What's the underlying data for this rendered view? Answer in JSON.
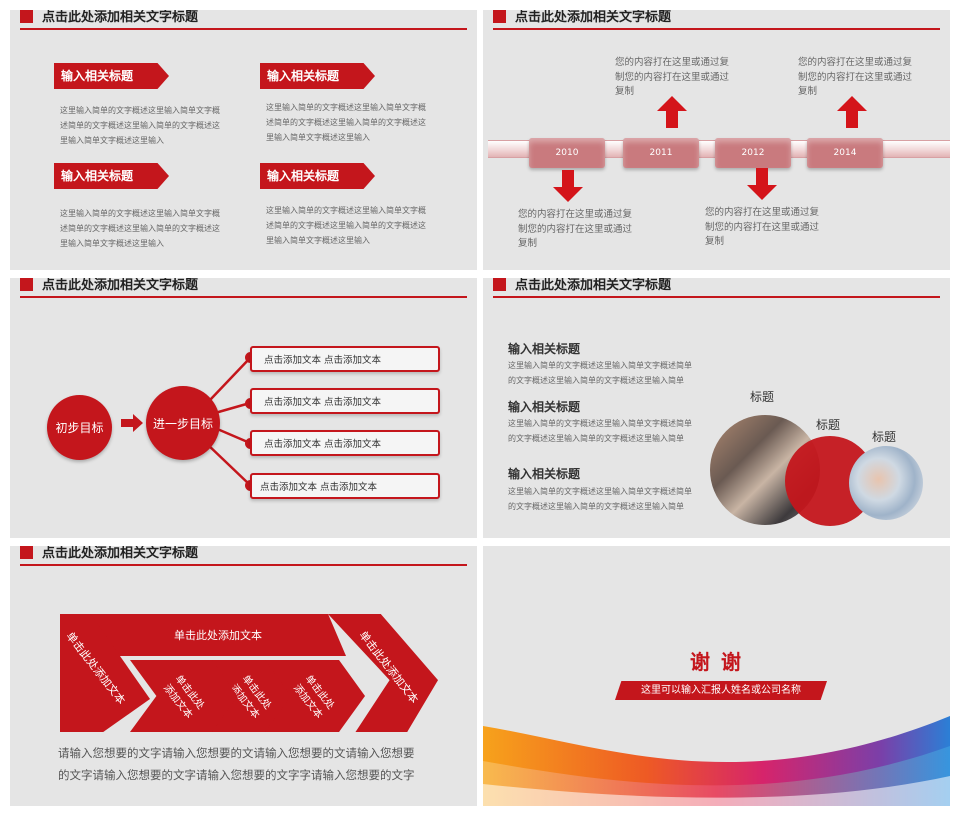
{
  "slide_title": "点击此处添加相关文字标题",
  "slide1": {
    "tags": [
      "输入相关标题",
      "输入相关标题",
      "输入相关标题",
      "输入相关标题"
    ],
    "texts": [
      "这里输入简单的文字概述这里输入简单文字概\n述简单的文字概述这里输入简单的文字概述这\n里输入简单文字概述这里输入",
      "这里输入简单的文字概述这里输入简单文字概\n述简单的文字概述这里输入简单的文字概述这\n里输入简单文字概述这里输入",
      "这里输入简单的文字概述这里输入简单文字概\n述简单的文字概述这里输入简单的文字概述这\n里输入简单文字概述这里输入",
      "这里输入简单的文字概述这里输入简单文字概\n述简单的文字概述这里输入简单的文字概述这\n里输入简单文字概述这里输入"
    ]
  },
  "slide2": {
    "years": [
      "2010",
      "2011",
      "2012",
      "2014"
    ],
    "texts": [
      "您的内容打在这里或通过复\n制您的内容打在这里或通过\n复制",
      "您的内容打在这里或通过复\n制您的内容打在这里或通过\n复制",
      "您的内容打在这里或通过复\n制您的内容打在这里或通过\n复制",
      "您的内容打在这里或通过复\n制您的内容打在这里或通过\n复制"
    ]
  },
  "slide3": {
    "circle1": "初步目标",
    "circle2": "进一步目标",
    "boxes": [
      "点击添加文本 点击添加文本",
      "点击添加文本 点击添加文本",
      "点击添加文本 点击添加文本",
      "点击添加文本 点击添加文本"
    ]
  },
  "slide4": {
    "heads": [
      "输入相关标题",
      "输入相关标题",
      "输入相关标题"
    ],
    "texts": [
      "这里输入简单的文字概述这里输入简单文字概述简单\n的文字概述这里输入简单的文字概述这里输入简单",
      "这里输入简单的文字概述这里输入简单文字概述简单\n的文字概述这里输入简单的文字概述这里输入简单",
      "这里输入简单的文字概述这里输入简单文字概述简单\n的文字概述这里输入简单的文字概述这里输入简单"
    ],
    "labels": [
      "标题",
      "标题",
      "标题"
    ]
  },
  "slide5": {
    "top_bar": "单击此处添加文本",
    "left_diag": "单击此处添加文本",
    "right_diag": "单击此处添加文本",
    "chev1": "单击此处\n添加文本",
    "chev2": "单击此处\n添加文本",
    "chev3": "单击此处\n添加文本",
    "para": "请输入您想要的文字请输入您想要的文请输入您想要的文请输入您想要\n的文字请输入您想要的文字请输入您想要的文字字请输入您想要的文字"
  },
  "slide6": {
    "thanks": "谢 谢",
    "subtitle": "这里可以输入汇报人姓名或公司名称"
  },
  "colors": {
    "accent": "#c4161c",
    "slide_bg": "#e5e5e5"
  }
}
